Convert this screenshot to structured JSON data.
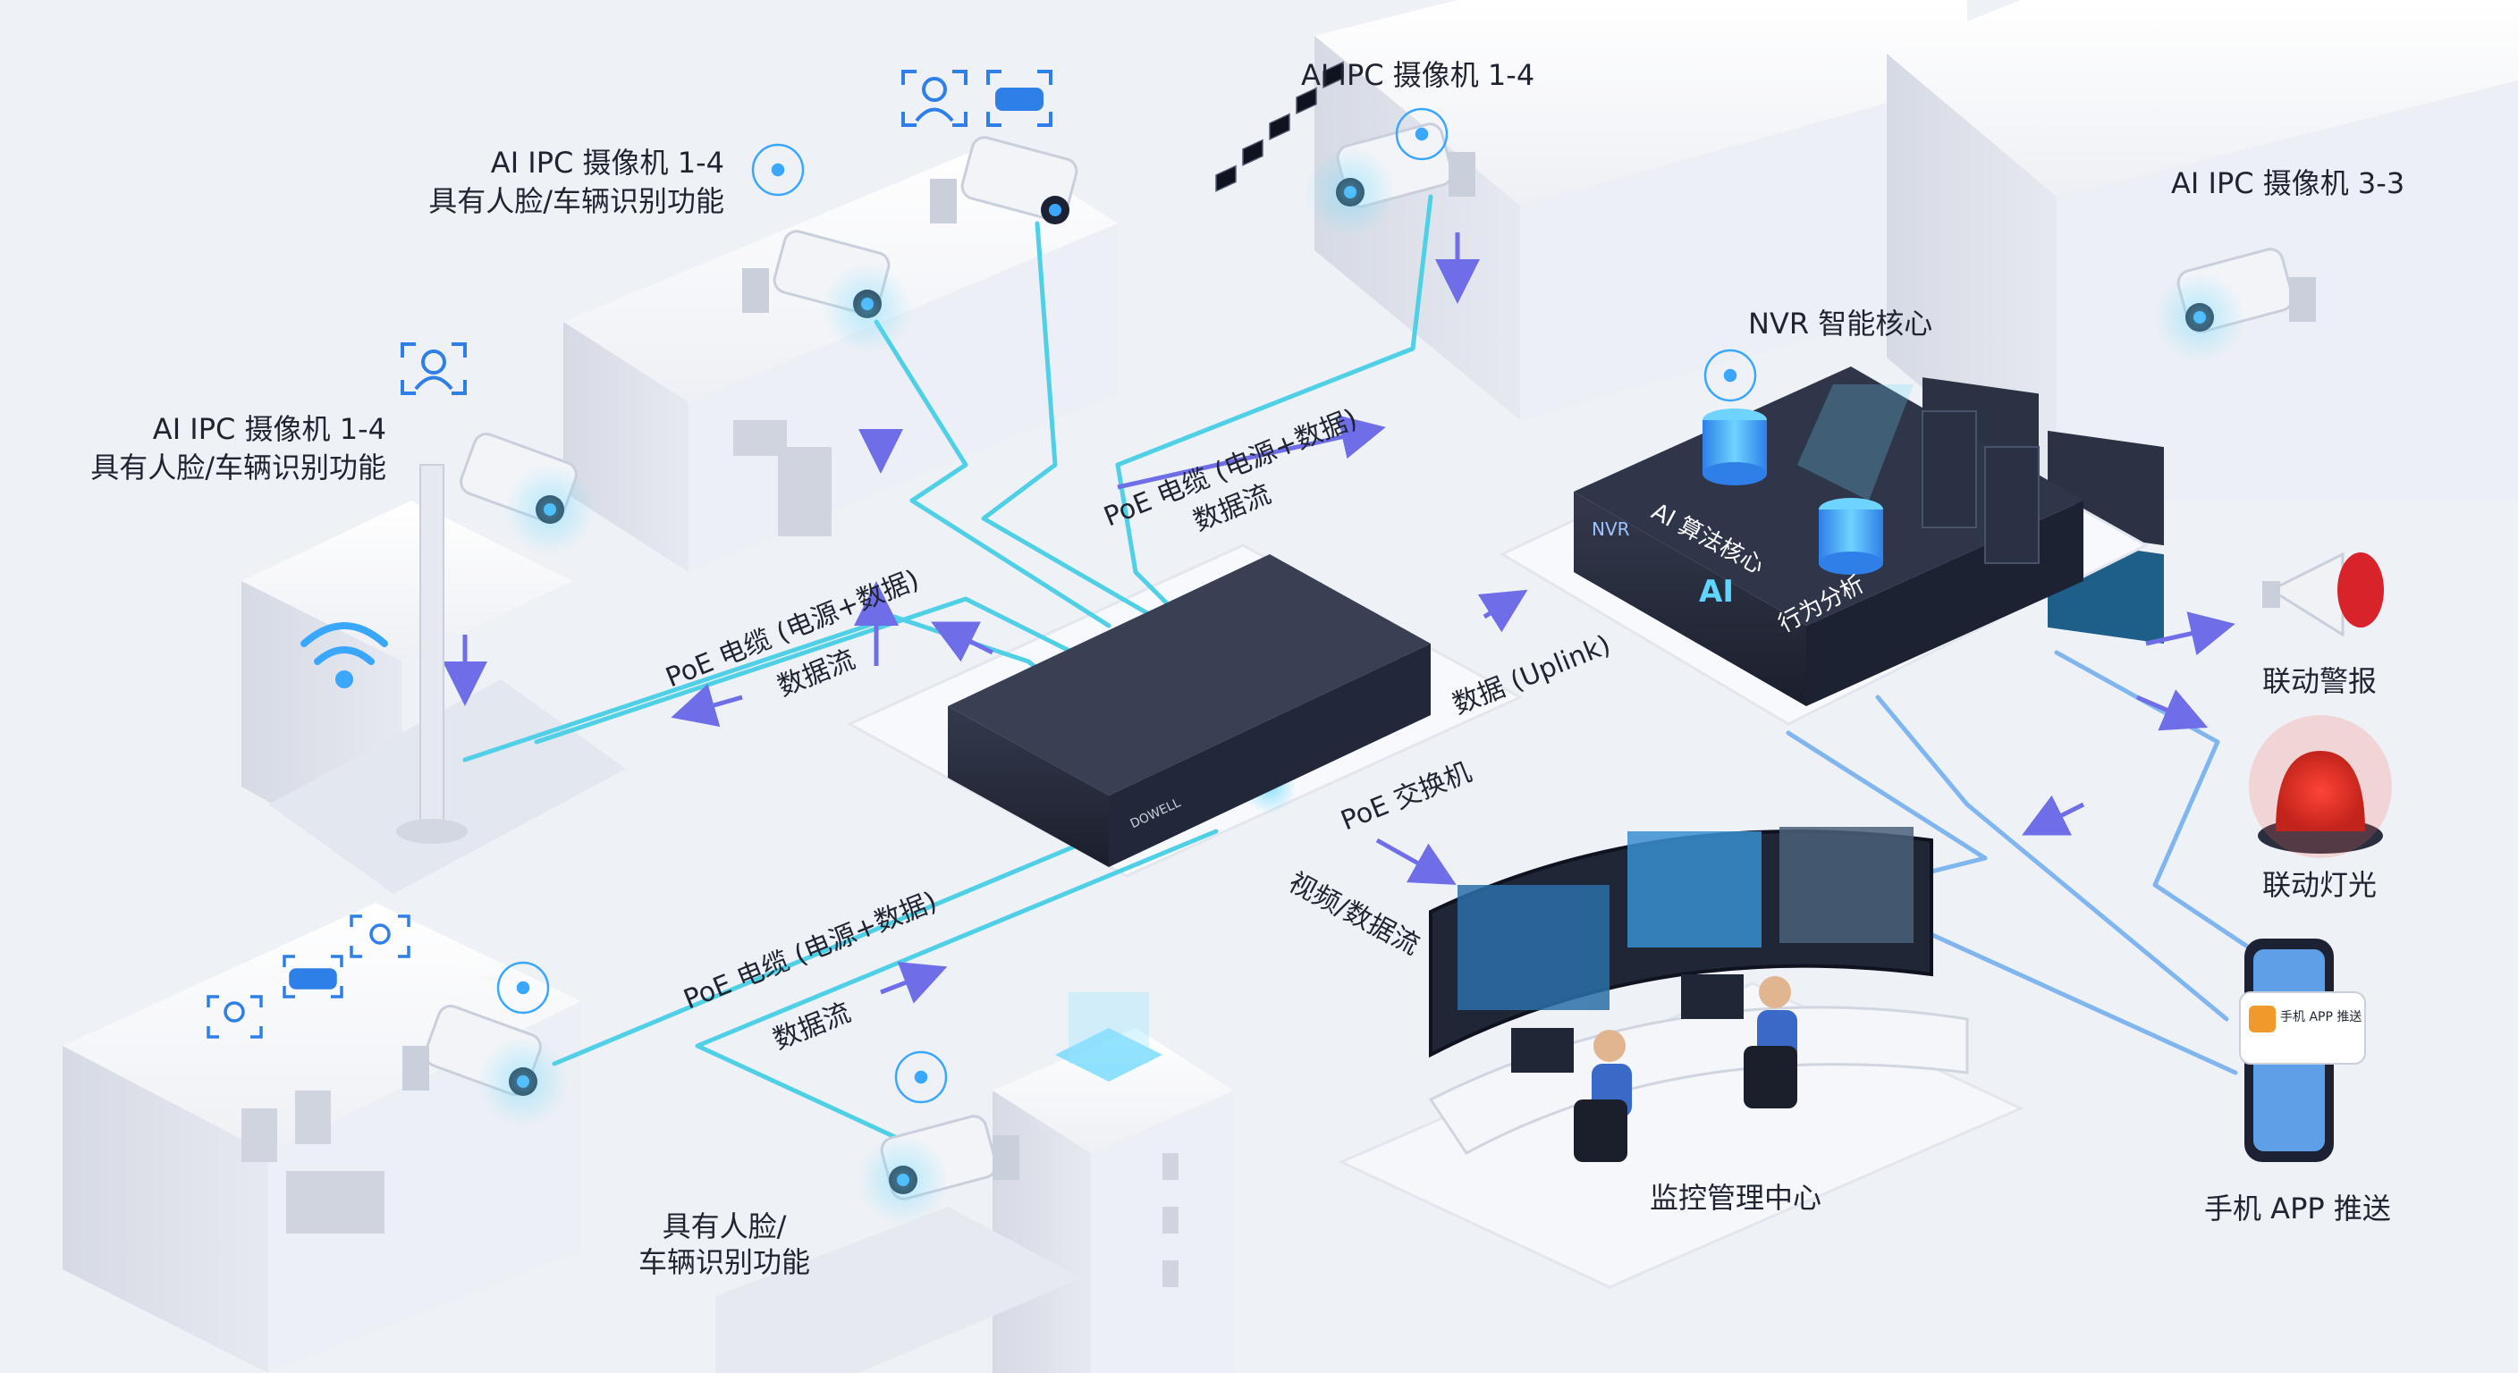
{
  "labels": {
    "cam_top_center": "AI IPC 摄像机 1-4",
    "cam_top_left_title": "AI IPC 摄像机 1-4",
    "cam_top_left_sub": "具有人脸/车辆识别功能",
    "cam_left_title": "AI IPC 摄像机 1-4",
    "cam_left_sub": "具有人脸/车辆识别功能",
    "cam_right": "AI IPC 摄像机 3-3",
    "nvr_title": "NVR 智能核心",
    "nvr_algo": "AI 算法核心",
    "nvr_behavior": "行为分析",
    "nvr_badge": "NVR",
    "nvr_ai": "AI",
    "cable_upper_left": "PoE 电缆 (电源+数据)",
    "flow_upper_left": "数据流",
    "cable_upper_center": "PoE 电缆 (电源+数据)",
    "flow_upper_center": "数据流",
    "cable_lower_left": "PoE 电缆 (电源+数据)",
    "flow_lower_left": "数据流",
    "uplink": "数据 (Uplink)",
    "switch": "PoE 交换机",
    "switch_brand": "DOWELL",
    "video_flow": "视频/数据流",
    "bottom_cam_line1": "具有人脸/",
    "bottom_cam_line2": "车辆识别功能",
    "monitor_center": "监控管理中心",
    "alarm": "联动警报",
    "light": "联动灯光",
    "app": "手机 APP 推送",
    "app_popup": "手机 APP 推送"
  },
  "colors": {
    "background": "#eef1f6",
    "building": "#f7f8fb",
    "building_side": "#d9dde7",
    "cable": "#4fd0e6",
    "flow_arrow": "#6f6ee8",
    "device_dark": "#262b3b",
    "text": "#1f2430"
  },
  "icons": [
    "face-id-icon",
    "car-id-icon",
    "neural-net-icon",
    "wifi-icon",
    "siren-icon",
    "horn-icon",
    "phone-icon",
    "database-icon",
    "server-rack-icon"
  ]
}
